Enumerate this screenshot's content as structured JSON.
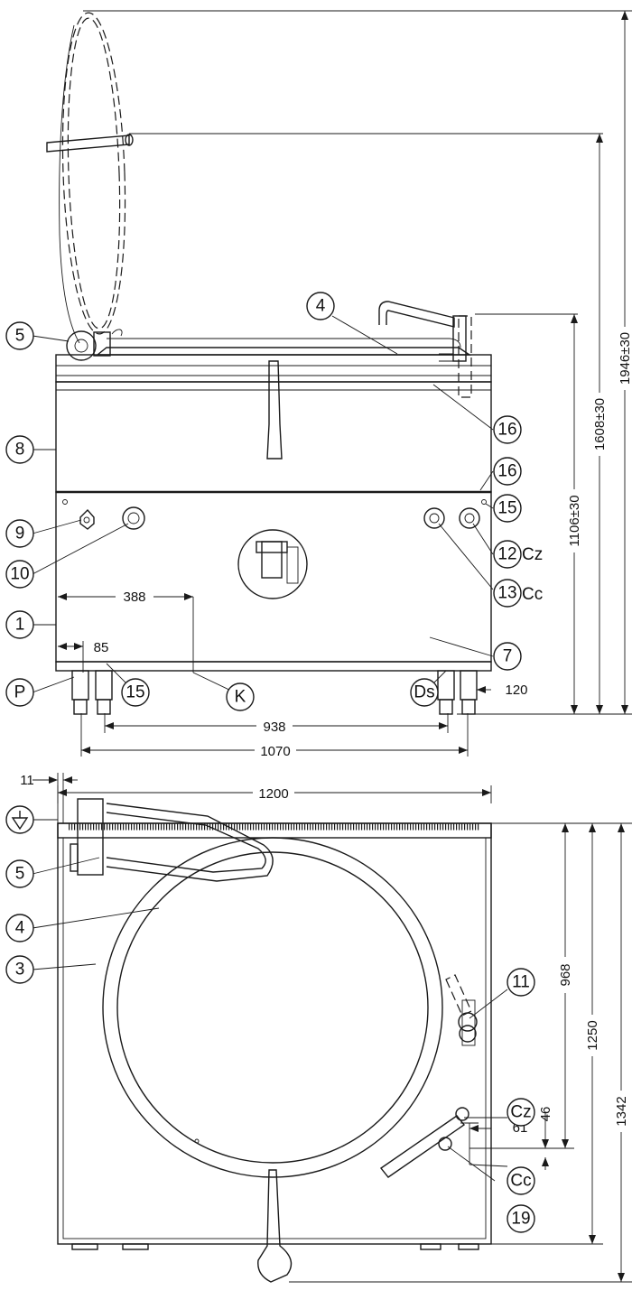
{
  "front_view": {
    "dims": {
      "d388": "388",
      "d85": "85",
      "d938": "938",
      "d1070": "1070",
      "d120": "120",
      "d1106": "1106±30",
      "d1608": "1608±30",
      "d1946": "1946±30"
    },
    "callouts": {
      "c5": "5",
      "c4": "4",
      "c8": "8",
      "c16a": "16",
      "c16b": "16",
      "c15a": "15",
      "c9": "9",
      "c10": "10",
      "c12": "12",
      "c13": "13",
      "c1": "1",
      "c7": "7",
      "cP": "P",
      "c15b": "15",
      "cK": "K",
      "cDs": "Ds"
    },
    "labels": {
      "cz": "Cz",
      "cc": "Cc"
    }
  },
  "top_view": {
    "dims": {
      "d1200": "1200",
      "d11": "11",
      "d968": "968",
      "d1250": "1250",
      "d1342": "1342",
      "d46": "46",
      "d61": "61"
    },
    "callouts": {
      "c11": "11",
      "c5": "5",
      "c4": "4",
      "c3": "3",
      "cCz": "Cz",
      "cCc": "Cc",
      "c19": "19"
    },
    "symbols": {
      "ground": "equipotential-icon"
    }
  }
}
